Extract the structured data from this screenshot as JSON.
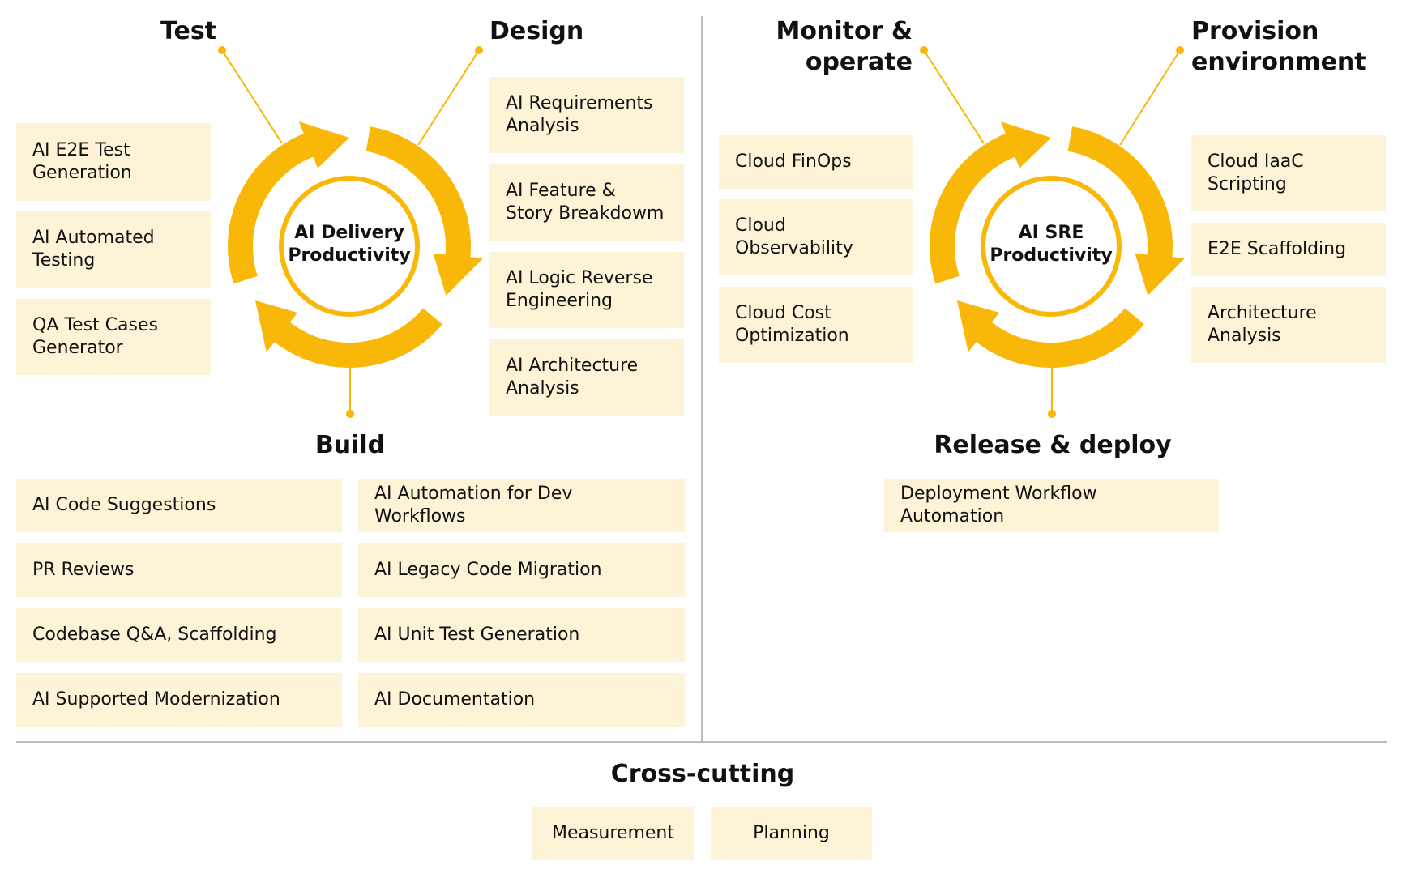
{
  "colors": {
    "accent": "#F9B707",
    "box": "#FDF3D6",
    "divider": "#BDBDBD"
  },
  "delivery": {
    "center": "AI Delivery Productivity",
    "test": {
      "title": "Test",
      "items": [
        "AI E2E Test Generation",
        "AI Automated Testing",
        "QA Test Cases Generator"
      ]
    },
    "design": {
      "title": "Design",
      "items": [
        "AI Requirements Analysis",
        "AI Feature & Story Breakdowm",
        "AI Logic Reverse Engineering",
        "AI Architecture Analysis"
      ]
    },
    "build": {
      "title": "Build",
      "items": [
        "AI Code Suggestions",
        "AI Automation for Dev Workflows",
        "PR Reviews",
        "AI Legacy Code Migration",
        "Codebase Q&A, Scaffolding",
        "AI Unit Test Generation",
        "AI Supported Modernization",
        "AI Documentation"
      ]
    }
  },
  "sre": {
    "center": "AI SRE Productivity",
    "monitor": {
      "title": "Monitor & operate",
      "items": [
        "Cloud FinOps",
        "Cloud Observability",
        "Cloud Cost Optimization"
      ]
    },
    "provision": {
      "title": "Provision environment",
      "items": [
        "Cloud IaaC Scripting",
        "E2E Scaffolding",
        "Architecture Analysis"
      ]
    },
    "release": {
      "title": "Release & deploy",
      "items": [
        "Deployment Workflow Automation"
      ]
    }
  },
  "cross": {
    "title": "Cross-cutting",
    "items": [
      "Measurement",
      "Planning"
    ]
  }
}
